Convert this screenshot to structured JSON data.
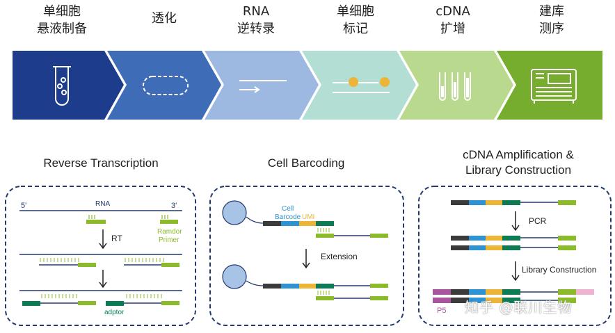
{
  "pipeline": {
    "steps": [
      {
        "label": "单细胞\n悬液制备",
        "color": "#1d3c8c",
        "icon": "test-tube-icon"
      },
      {
        "label": "透化",
        "color": "#3f6cb7",
        "icon": "dashed-cell-icon"
      },
      {
        "label": "RNA\n逆转录",
        "color": "#9db9e2",
        "icon": "strand-arrow-icon"
      },
      {
        "label": "单细胞\n标记",
        "color": "#b2ded4",
        "icon": "bead-strand-icon"
      },
      {
        "label": "cDNA\n扩增",
        "color": "#b9d98e",
        "icon": "tubes-icon"
      },
      {
        "label": "建库\n测序",
        "color": "#76ad2f",
        "icon": "sequencer-icon"
      }
    ]
  },
  "panels": {
    "rt": {
      "title": "Reverse Transcription",
      "rna_label": "RNA",
      "five_prime": "5'",
      "three_prime": "3'",
      "rt_label": "RT",
      "primer_label": "Ramdor\nPrimer",
      "adaptor_label": "adptor"
    },
    "barcoding": {
      "title": "Cell Barcoding",
      "cell_label": "Cell",
      "barcode_label": "Barcode",
      "umi_label": "UMI",
      "extension_label": "Extension"
    },
    "amplification": {
      "title": "cDNA Amplification &\nLibrary Construction",
      "pcr_label": "PCR",
      "library_label": "Library Construction",
      "p5_label": "P5"
    }
  },
  "colors": {
    "dark_green": "#0d7c55",
    "light_green": "#8bbb2a",
    "blue": "#2d93d3",
    "yellow": "#ecb538",
    "charcoal": "#3b3b3b",
    "navy_line": "#23396e",
    "magenta": "#a8559d",
    "pink": "#efb3cf",
    "bead": "#a7c4e6"
  },
  "watermark": "知乎 @联川生物"
}
